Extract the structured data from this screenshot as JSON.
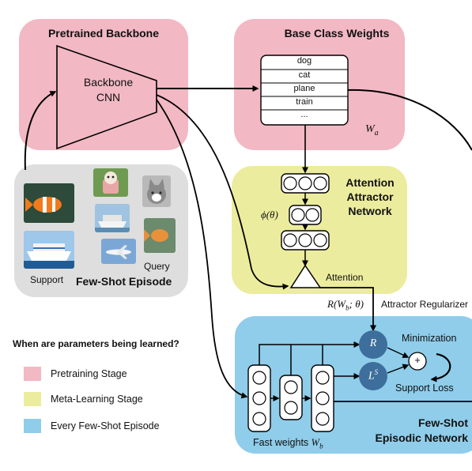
{
  "pretrained": {
    "title": "Pretrained Backbone",
    "backbone_line1": "Backbone",
    "backbone_line2": "CNN"
  },
  "base_weights": {
    "title": "Base Class Weights",
    "rows": [
      "dog",
      "cat",
      "plane",
      "train",
      "..."
    ],
    "symbol": "W",
    "symbol_sub": "a"
  },
  "attractor": {
    "title_line1": "Attention",
    "title_line2": "Attractor",
    "title_line3": "Network",
    "phi_label": "ϕ(θ)",
    "attention_label": "Attention"
  },
  "regularizer": {
    "expr_prefix": "R(W",
    "expr_sub": "b",
    "expr_suffix": "; θ)",
    "label": "Attractor Regularizer"
  },
  "episode": {
    "title": "Few-Shot Episode",
    "support_label": "Support",
    "query_label": "Query"
  },
  "legend": {
    "question": "When are parameters being learned?",
    "items": [
      {
        "label": "Pretraining Stage",
        "color": "#f2b8c4"
      },
      {
        "label": "Meta-Learning Stage",
        "color": "#ecec9e"
      },
      {
        "label": "Every Few-Shot Episode",
        "color": "#8fcdea"
      }
    ]
  },
  "episodic": {
    "title_line1": "Few-Shot",
    "title_line2": "Episodic Network",
    "r_symbol": "R",
    "ls_symbol": "L",
    "ls_sup": "S",
    "plus_symbol": "+",
    "minimization_label": "Minimization",
    "support_loss_label": "Support Loss",
    "fast_weights_prefix": "Fast weights ",
    "fast_weights_symbol": "W",
    "fast_weights_sub": "b"
  },
  "colors": {
    "pink": "#f2b8c4",
    "yellow": "#ecec9e",
    "blue": "#8fcdea",
    "gray": "#dedede",
    "node": "#3d6e9c"
  }
}
